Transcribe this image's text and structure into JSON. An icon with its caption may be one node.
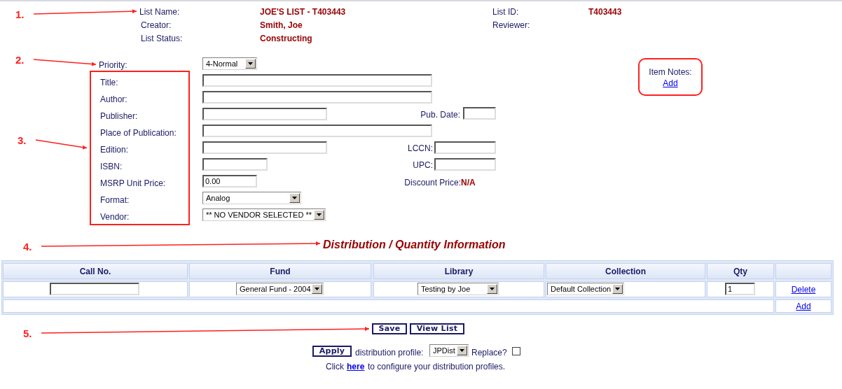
{
  "diagram": {
    "nodes": [
      {
        "text": [
          "1."
        ]
      },
      {
        "text": [
          "List Name:"
        ]
      },
      {
        "text": [
          "2."
        ]
      },
      {
        "text": [
          "Priority:"
        ]
      },
      {
        "text": [
          "3."
        ]
      },
      {
        "text": [
          "Title:",
          "Author:",
          "Publisher:",
          "Place of Publication:",
          "Edition:",
          "ISBN:",
          "MSRP Unit Price:",
          "Format:",
          "Vendor:"
        ]
      },
      {
        "text": [
          "Item Notes:",
          "Add"
        ]
      },
      {
        "text": [
          "4."
        ]
      },
      {
        "text": [
          "Distribution / Quantity Information"
        ]
      },
      {
        "text": [
          "5."
        ]
      },
      {
        "text": [
          "Save"
        ]
      },
      {
        "text": [
          "View List"
        ]
      },
      {
        "text": [
          "Apply"
        ]
      }
    ],
    "edges": [
      {
        "from": 0,
        "to": 1,
        "arrow": "to"
      },
      {
        "from": 2,
        "to": 3,
        "arrow": "to"
      },
      {
        "from": 4,
        "to": 5,
        "arrow": "to"
      },
      {
        "from": 7,
        "to": 8,
        "arrow": "to"
      },
      {
        "from": 9,
        "to": 10,
        "arrow": "to"
      }
    ],
    "labels": [
      "JOE'S LIST - T403443",
      "List ID:",
      "T403443",
      "Creator:",
      "Smith, Joe",
      "Reviewer:",
      "List Status:",
      "Constructing",
      "4-Normal",
      "Pub. Date:",
      "LCCN:",
      "UPC:",
      "0.00",
      "Discount Price:",
      "N/A",
      "Analog",
      "** NO VENDOR SELECTED **",
      "Call No.",
      "Fund",
      "Library",
      "Collection",
      "Qty",
      "General Fund - 2004",
      "Testing by Joe",
      "Default Collection",
      "1",
      "Delete",
      "Add",
      "distribution profile:",
      "JPDist",
      "Replace?",
      "Click",
      "here",
      "to configure your distribution profiles."
    ]
  }
}
